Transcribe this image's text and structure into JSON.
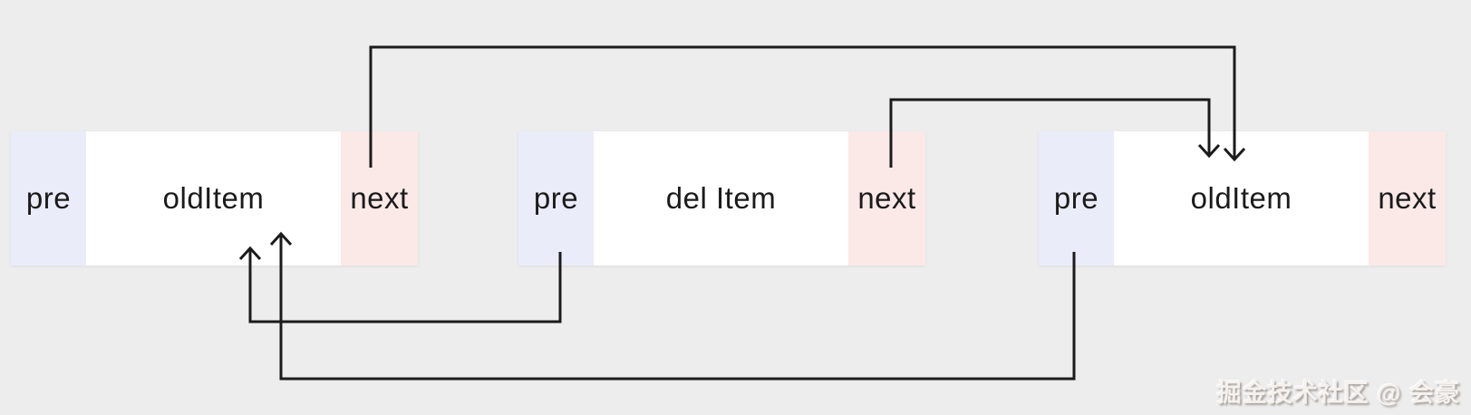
{
  "diagram": {
    "title_meaning": "doubly linked list node deletion pointer rewiring",
    "nodes": [
      {
        "id": "node-1",
        "cells": [
          {
            "label": "pre"
          },
          {
            "label": "oldItem"
          },
          {
            "label": "next"
          }
        ]
      },
      {
        "id": "node-2",
        "cells": [
          {
            "label": "pre"
          },
          {
            "label": "del Item"
          },
          {
            "label": "next"
          }
        ]
      },
      {
        "id": "node-3",
        "cells": [
          {
            "label": "pre"
          },
          {
            "label": "oldItem"
          },
          {
            "label": "next"
          }
        ]
      }
    ],
    "arrows": [
      {
        "name": "arrow-node1-next-to-node3",
        "from": "node-1.next",
        "to": "node-3.item"
      },
      {
        "name": "arrow-node2-next-to-node3",
        "from": "node-2.next",
        "to": "node-3.item"
      },
      {
        "name": "arrow-node2-pre-to-node1",
        "from": "node-2.pre",
        "to": "node-1.item"
      },
      {
        "name": "arrow-node3-pre-to-node1",
        "from": "node-3.pre",
        "to": "node-1.item"
      }
    ]
  },
  "colors": {
    "background": "#ededed",
    "cell_pre": "#ebecfa",
    "cell_mid": "#ffffff",
    "cell_next": "#fbe9e7",
    "line": "#1b1b1b",
    "text": "#1b1b1b"
  },
  "watermark": {
    "text": "掘金技术社区 @ 会豪"
  }
}
